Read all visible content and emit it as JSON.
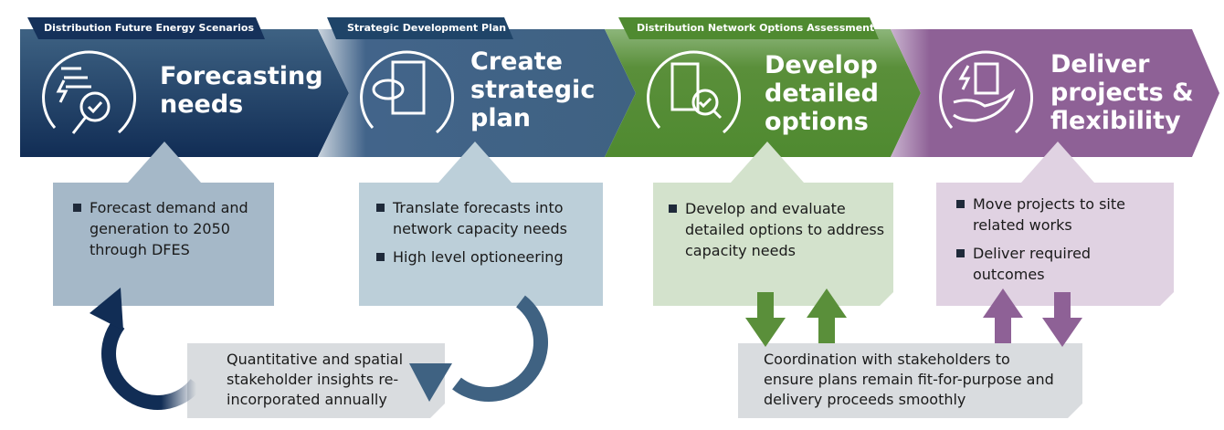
{
  "stages": [
    {
      "tab": "Distribution Future Energy Scenarios",
      "title": [
        "Forecasting",
        "needs"
      ],
      "icon": "gear-bolt-magnifier-icon",
      "color": "#1c3a60",
      "bullets": [
        "Forecast demand and generation to 2050 through DFES"
      ]
    },
    {
      "tab": "Strategic Development Plan",
      "title": [
        "Create",
        "strategic",
        "plan"
      ],
      "icon": "eye-strategy-board-icon",
      "color": "#3f6282",
      "bullets": [
        "Translate forecasts into network capacity needs",
        "High level optioneering"
      ]
    },
    {
      "tab": "Distribution Network Options Assessment",
      "title": [
        "Develop",
        "detailed",
        "options"
      ],
      "icon": "document-checklist-magnifier-icon",
      "color": "#5a8f3a",
      "bullets": [
        "Develop and evaluate detailed options to address capacity needs"
      ]
    },
    {
      "tab": "",
      "title": [
        "Deliver",
        "projects &",
        "flexibility"
      ],
      "icon": "hand-document-bolt-icon",
      "color": "#8e6196",
      "bullets": [
        "Move projects to site related works",
        "Deliver required outcomes"
      ]
    }
  ],
  "notes": {
    "feedback": "Quantitative and spatial stakeholder insights re-incorporated annually",
    "coordination": "Coordination with stakeholders to ensure plans remain fit-for-purpose and delivery proceeds smoothly"
  }
}
